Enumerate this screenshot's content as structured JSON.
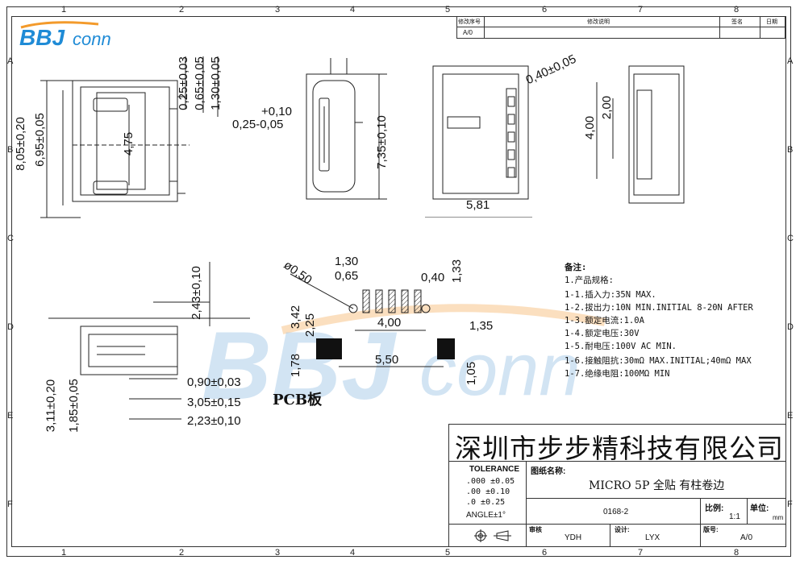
{
  "company_logo": {
    "text": "BBJconn",
    "primary": "#1f8bd6",
    "accent": "#f39a2b"
  },
  "zones_top": [
    "1",
    "2",
    "3",
    "4",
    "5",
    "6",
    "7",
    "8"
  ],
  "zones_side": [
    "A",
    "B",
    "C",
    "D",
    "E",
    "F"
  ],
  "revision_table": {
    "headers": [
      "修改序号",
      "修改说明",
      "签名",
      "日期"
    ],
    "row": [
      "A/0",
      "",
      "",
      ""
    ]
  },
  "dimensions": {
    "front": [
      "8,05±0,20",
      "6,95±0,05",
      "4,75",
      "0,25±0,03",
      "0,65±0,05",
      "1,30±0,05"
    ],
    "end": [
      "+0,10",
      "0,25-0,05",
      "7,35±0,10"
    ],
    "top": [
      "0,40±0,05",
      "5,81"
    ],
    "side": [
      "2,00",
      "4,00"
    ],
    "bottom_side": [
      "2,43±0,10",
      "0,90±0,03",
      "3,05±0,15",
      "2,23±0,10",
      "3,11±0,20",
      "1,85±0,05"
    ],
    "pcb": [
      "1,30",
      "0,65",
      "0,40",
      "1,33",
      "ø0,50",
      "3,42",
      "2,25",
      "4,00",
      "1,35",
      "1,78",
      "5,50",
      "1,05"
    ]
  },
  "pcb_label": "PCB板",
  "notes": {
    "title": "备注:",
    "section": "1.产品规格:",
    "items": [
      "1-1.插入力:35N MAX.",
      "1-2.拔出力:10N MIN.INITIAL 8-20N AFTER",
      "1-3.额定电流:1.0A",
      "1-4.额定电压:30V",
      "1-5.耐电压:100V AC MIN.",
      "1-6.接触阻抗:30mΩ MAX.INITIAL;40mΩ MAX",
      "1-7.绝缘电阻:100MΩ MIN"
    ]
  },
  "title_block": {
    "company": "深圳市步步精科技有限公司",
    "tolerance_label": "TOLERANCE",
    "tolerances": [
      ".000 ±0.05",
      ".00  ±0.10",
      ".0   ±0.25"
    ],
    "angle": "ANGLE±1°",
    "drawing_name_label": "图纸名称:",
    "drawing_name": "MICRO 5P 全贴 有柱卷边",
    "drawing_no": "0168-2",
    "scale_label": "比例:",
    "scale": "1:1",
    "unit_label": "单位:",
    "unit": "mm",
    "review_label": "审核",
    "reviewer": "YDH",
    "design_label": "设计:",
    "designer": "LYX",
    "version_label": "版号:",
    "version": "A/0"
  }
}
